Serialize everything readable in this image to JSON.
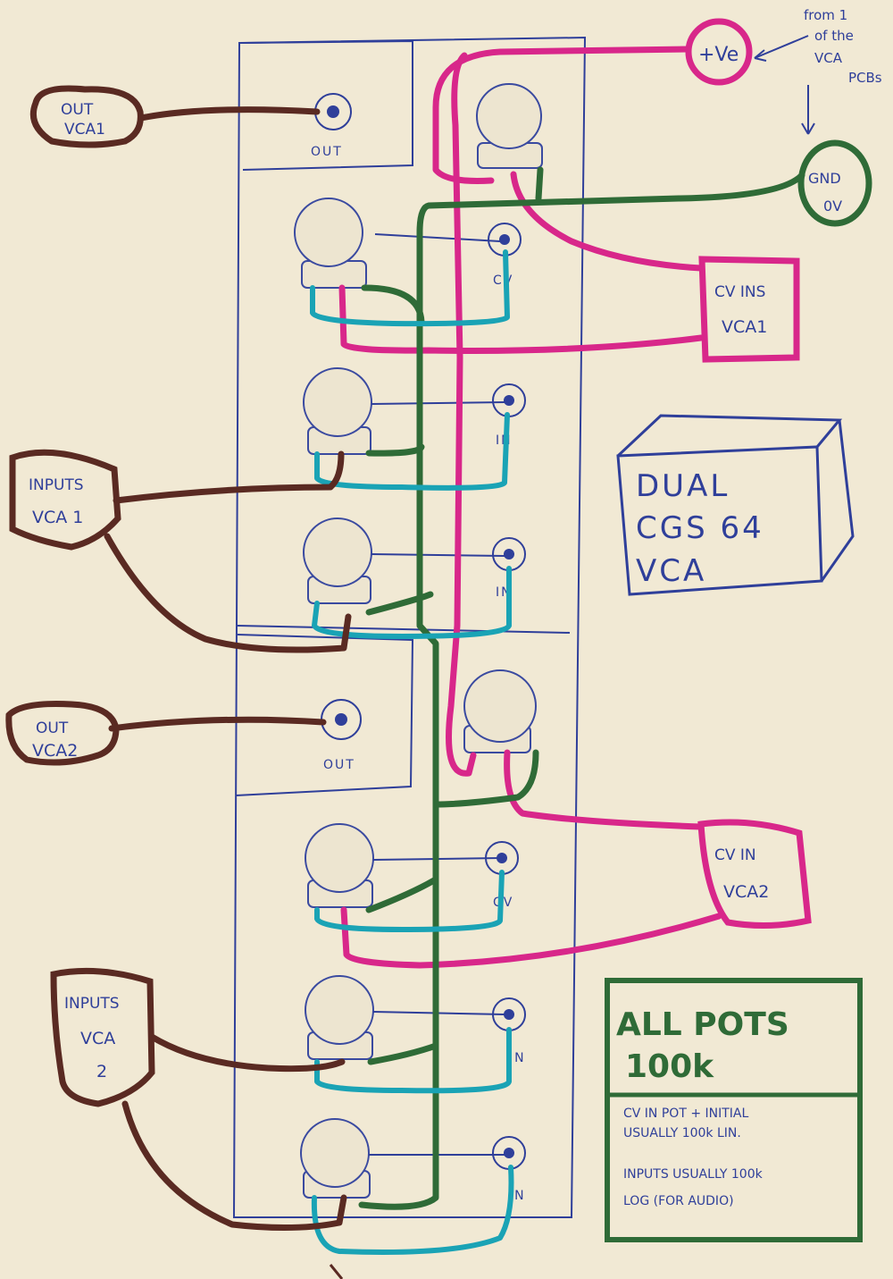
{
  "labels": {
    "out_vca1": [
      "OUT",
      "VCA1"
    ],
    "out_vca2": [
      "OUT",
      "VCA2"
    ],
    "inputs_vca1": [
      "INPUTS",
      "VCA 1"
    ],
    "inputs_vca2": [
      "INPUTS",
      "VCA",
      "2"
    ],
    "cv_ins_vca1": [
      "CV INS",
      "VCA1"
    ],
    "cv_in_vca2": [
      "CV IN",
      "VCA2"
    ],
    "pos_v": "+Ve",
    "gnd": [
      "GND",
      "0V"
    ],
    "note": [
      "from 1",
      "of the",
      "VCA",
      "PCBs"
    ],
    "jack_out": "OUT",
    "jack_cv": "CV",
    "jack_in": "IN"
  },
  "title_box": [
    "DUAL",
    "CGS 64",
    "VCA"
  ],
  "legend": {
    "heading": [
      "ALL POTS",
      "100k"
    ],
    "body": [
      "CV IN POT + INITIAL",
      "USUALLY 100k LIN.",
      "INPUTS USUALLY 100k",
      "LOG (FOR AUDIO)"
    ]
  },
  "colors": {
    "paper": "#f1e9d4",
    "panel_ink": "#2f3f9a",
    "brown_wire": "#5a2a22",
    "green_wire": "#2f6b37",
    "pink_wire": "#d8278a",
    "cyan_wire": "#1aa3b5"
  }
}
